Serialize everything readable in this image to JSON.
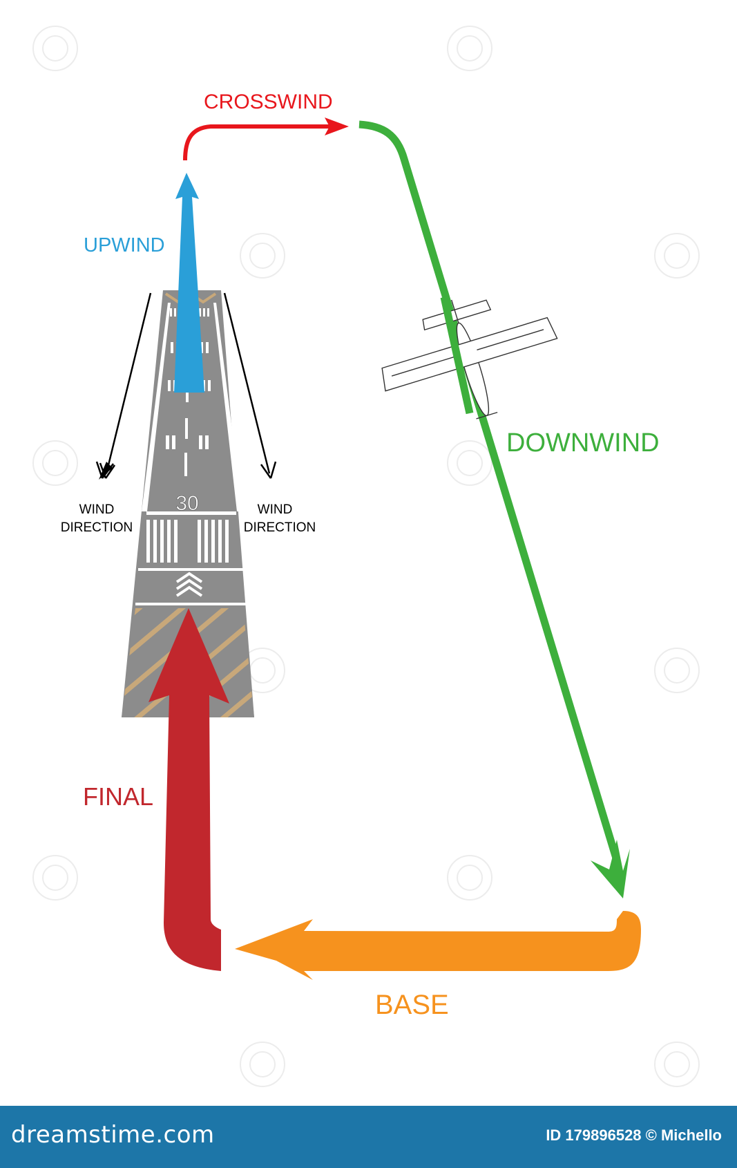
{
  "legs": {
    "upwind": {
      "label": "UPWIND",
      "color": "#2a9fd8"
    },
    "crosswind": {
      "label": "CROSSWIND",
      "color": "#e8161c"
    },
    "downwind": {
      "label": "DOWNWIND",
      "color": "#3daf3c"
    },
    "base": {
      "label": "BASE",
      "color": "#f6921e"
    },
    "final": {
      "label": "FINAL",
      "color": "#c1272d"
    }
  },
  "runway": {
    "number": "30"
  },
  "wind": {
    "left": {
      "line1": "WIND",
      "line2": "DIRECTION"
    },
    "right": {
      "line1": "WIND",
      "line2": "DIRECTION"
    }
  },
  "footer": {
    "brand": "dreamstime.com",
    "image_id": "ID 179896528 © Michello"
  }
}
